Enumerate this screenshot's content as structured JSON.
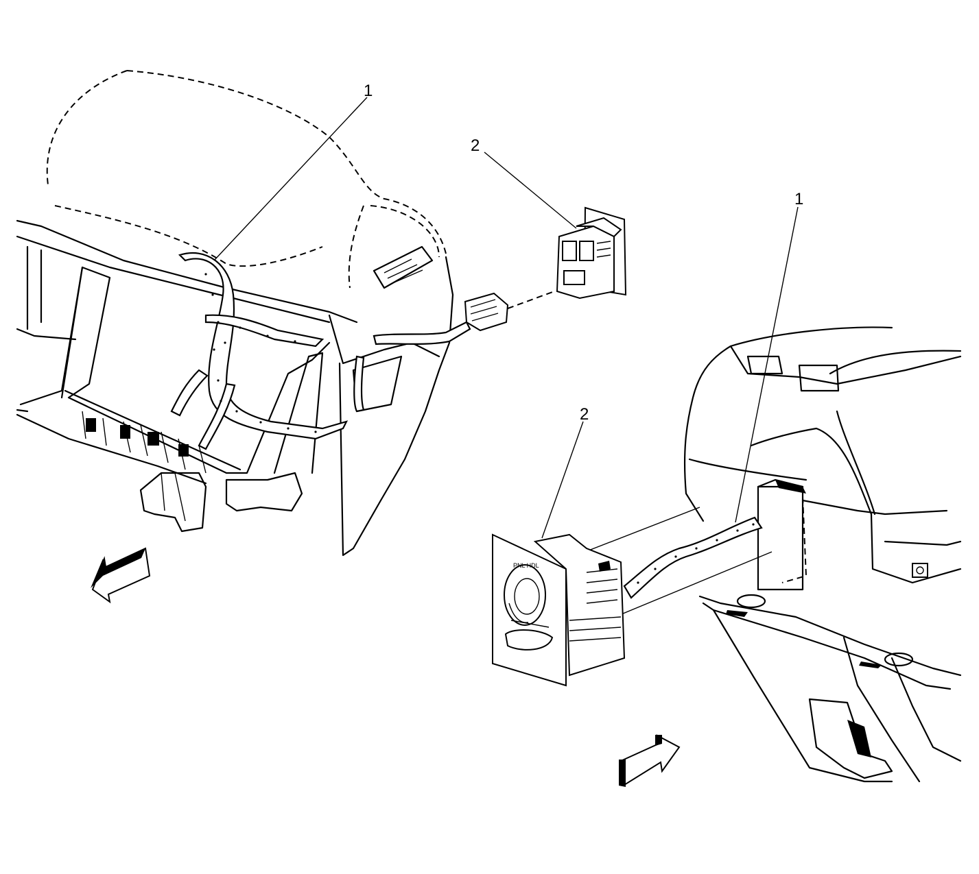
{
  "callouts": {
    "left_1": "1",
    "left_2": "2",
    "right_1": "1",
    "right_2": "2"
  },
  "icons": {
    "forward_arrow_left": "arrow-forward-icon",
    "forward_arrow_right": "arrow-forward-icon"
  }
}
